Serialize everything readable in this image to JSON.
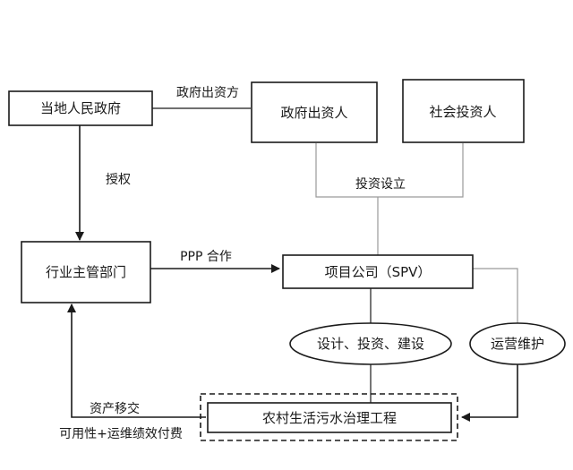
{
  "nodes": {
    "local_government": "当地人民政府",
    "government_investor": "政府出资人",
    "social_investor": "社会投资人",
    "industry_department": "行业主管部门",
    "project_company": "项目公司（SPV）",
    "design_invest_build": "设计、投资、建设",
    "operation_maintenance": "运营维护",
    "rural_sewage_project": "农村生活污水治理工程"
  },
  "edges": {
    "government_funding_party": "政府出资方",
    "authorization": "授权",
    "investment_establishment": "投资设立",
    "ppp_cooperation": "PPP 合作",
    "asset_transfer": "资产移交",
    "availability_payment": "可用性+运维绩效付费"
  }
}
